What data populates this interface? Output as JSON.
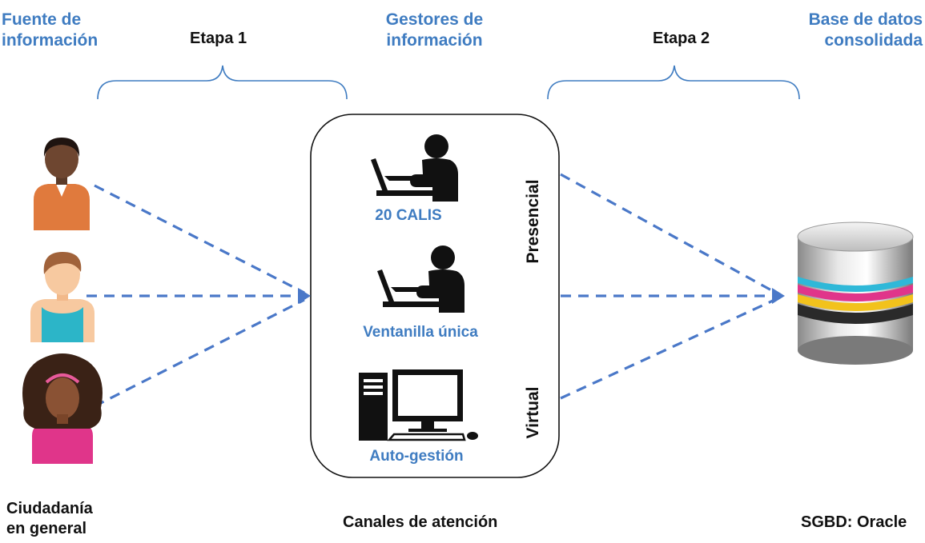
{
  "headers": {
    "source": [
      "Fuente de",
      "información"
    ],
    "stage1": "Etapa 1",
    "managers": [
      "Gestores de",
      "información"
    ],
    "stage2": "Etapa 2",
    "database": [
      "Base de datos",
      "consolidada"
    ]
  },
  "channels": {
    "calis": "20 CALIS",
    "window": "Ventanilla única",
    "self": "Auto-gestión",
    "presencial": "Presencial",
    "virtual": "Virtual"
  },
  "footers": {
    "citizens": [
      "Ciudadanía",
      "en general"
    ],
    "channels": "Canales de atención",
    "dbms": "SGBD: Oracle"
  },
  "colors": {
    "accent": "#3f7cc1",
    "arrow": "#4a78c8",
    "text": "#111111"
  }
}
